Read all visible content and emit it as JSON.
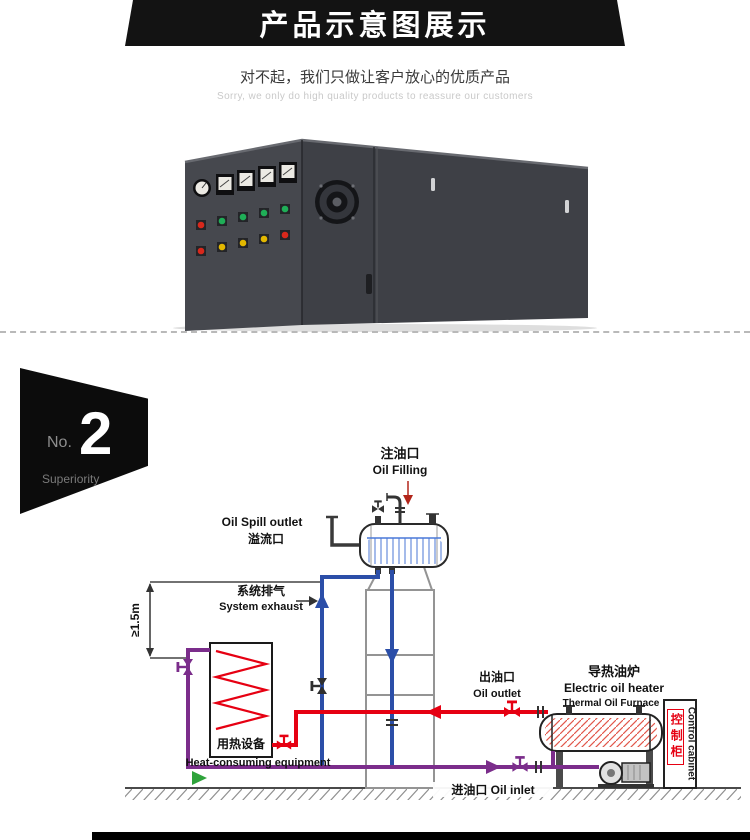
{
  "header": {
    "title": "产品示意图展示",
    "subtitle_cn": "对不起，我们只做让客户放心的优质产品",
    "subtitle_en": "Sorry, we only do high quality products to reassure our customers"
  },
  "badge": {
    "no_label": "No.",
    "number": "2",
    "word": "Superiority"
  },
  "diagram": {
    "labels": {
      "oil_filling_cn": "注油口",
      "oil_filling_en": "Oil Filling",
      "oil_spill_en": "Oil Spill outlet",
      "oil_spill_cn": "溢流口",
      "exhaust_cn": "系统排气",
      "exhaust_en": "System exhaust",
      "dimension": "≥1.5m",
      "heat_cn": "用热设备",
      "heat_en": "Heat-consuming equipment",
      "outlet_cn": "出油口",
      "outlet_en": "Oil outlet",
      "heater_cn": "导热油炉",
      "heater_en1": "Electric oil heater",
      "heater_en2": "Thermal Oil Furnace",
      "cabinet_cn": "控制柜",
      "cabinet_en": "Control cabinet",
      "inlet": "进油口 Oil inlet"
    },
    "colors": {
      "supply_pipe": "#e60012",
      "return_pipe": "#7b2d8b",
      "expansion_pipe": "#2b4ea8",
      "flow_green": "#2fa33b",
      "accent_red": "#e60012"
    }
  }
}
